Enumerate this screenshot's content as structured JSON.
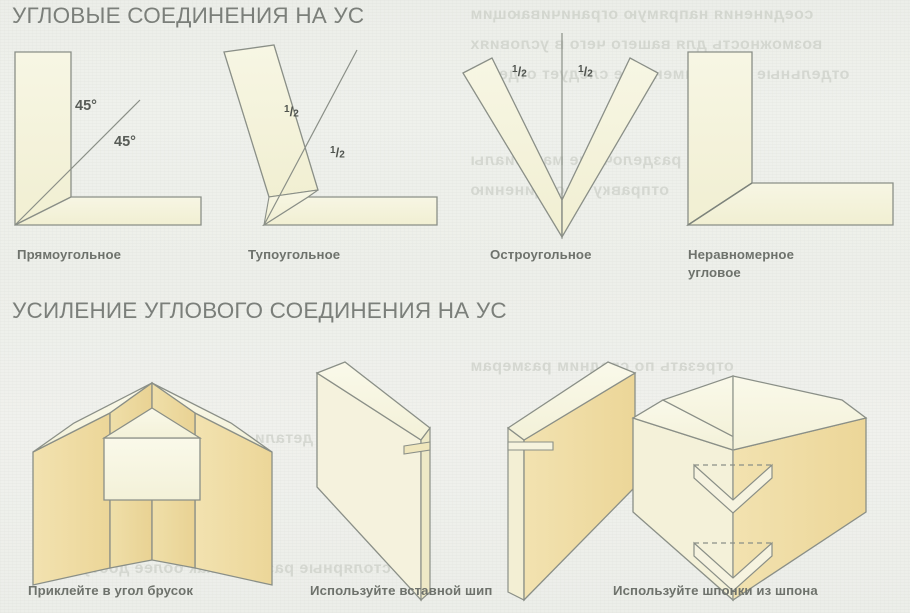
{
  "page": {
    "background_color": "#eef0ec",
    "ink_color": "#7b7f7a",
    "caption_color": "#6e726c"
  },
  "palette": {
    "wood_light": "#f4f3d9",
    "wood_pale": "#f7f5e2",
    "wood_mid": "#f0ebc0",
    "wood_tan": "#f0dda6",
    "wood_tan_dark": "#ecd79b",
    "outline": "#8a8f87",
    "outline_dark": "#7d837b"
  },
  "sections": [
    {
      "id": "mitre-joints",
      "title": "УГЛОВЫЕ СОЕДИНЕНИЯ НА УС",
      "figures": [
        {
          "id": "right-angle",
          "caption": "Прямоугольное",
          "annotations": [
            "45°",
            "45°"
          ]
        },
        {
          "id": "obtuse-angle",
          "caption": "Тупоугольное",
          "annotations": [
            "1/2",
            "1/2"
          ]
        },
        {
          "id": "acute-angle",
          "caption": "Остроугольное",
          "annotations": [
            "1/2",
            "1/2"
          ]
        },
        {
          "id": "uneven-angle",
          "caption": "Неравномерное\nугловое",
          "annotations": []
        }
      ]
    },
    {
      "id": "reinforcing-mitre-joints",
      "title": "УСИЛЕНИЕ УГЛОВОГО СОЕДИНЕНИЯ НА УС",
      "figures": [
        {
          "id": "glue-corner-block",
          "caption": "Приклейте в угол брусок",
          "annotations": []
        },
        {
          "id": "loose-tenon-spline",
          "caption": "Используйте вставной шип",
          "annotations": []
        },
        {
          "id": "veneer-keys",
          "caption": "Используйте шпонки из шпона",
          "annotations": []
        }
      ]
    }
  ],
  "annotations": {
    "deg45_a": "45°",
    "deg45_b": "45°",
    "half_b1": "1/2",
    "half_b2": "1/2",
    "half_c1": "1/2",
    "half_c2": "1/2"
  },
  "ghost_text": [
    "соединения напрямую ограничивающим",
    "возможность для вашего чего в условиях",
    "отдельные или применение следует отделке",
    "разделочные материалы",
    "отправку к соединению",
    "отрезать по средним размерам",
    "детали изготовлении изделия",
    "столярные размеры как более доступной"
  ]
}
